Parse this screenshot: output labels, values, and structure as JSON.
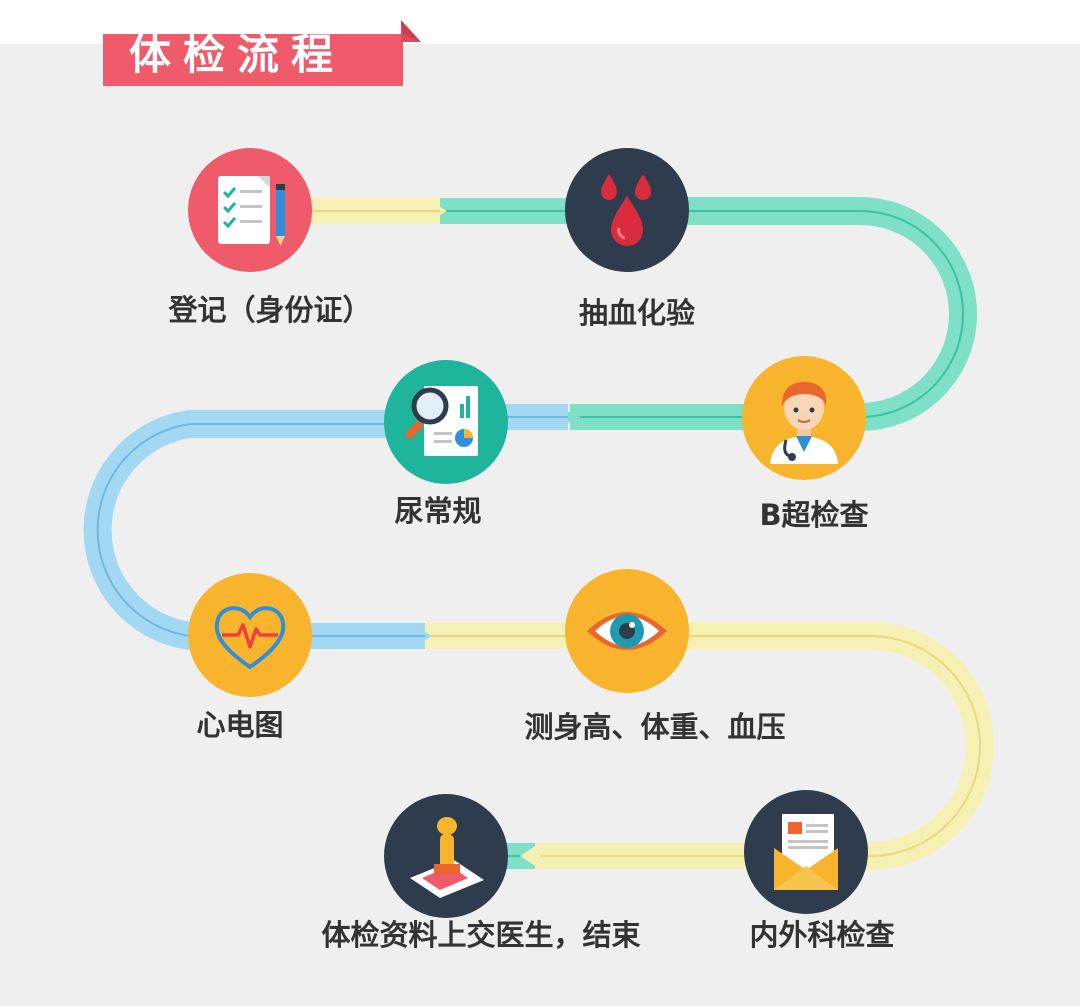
{
  "title": "体检流程",
  "colors": {
    "red": "#ef5b6b",
    "dark": "#2e3c4d",
    "yellow": "#f9b42d",
    "teal": "#1fb59c",
    "aqua_path": "#7fe0c8",
    "blue_path": "#a3d8f3",
    "yellow_path": "#f7f0b4"
  },
  "steps": [
    {
      "label": "登记（身份证）",
      "icon": "checklist-pencil-icon"
    },
    {
      "label": "抽血化验",
      "icon": "blood-drops-icon"
    },
    {
      "label": "B超检查",
      "icon": "doctor-icon"
    },
    {
      "label": "尿常规",
      "icon": "magnifier-report-icon"
    },
    {
      "label": "心电图",
      "icon": "heart-ecg-icon"
    },
    {
      "label": "测身高、体重、血压",
      "icon": "eye-icon"
    },
    {
      "label": "内外科检查",
      "icon": "envelope-document-icon"
    },
    {
      "label": "体检资料上交医生，结束",
      "icon": "stamp-icon"
    }
  ]
}
